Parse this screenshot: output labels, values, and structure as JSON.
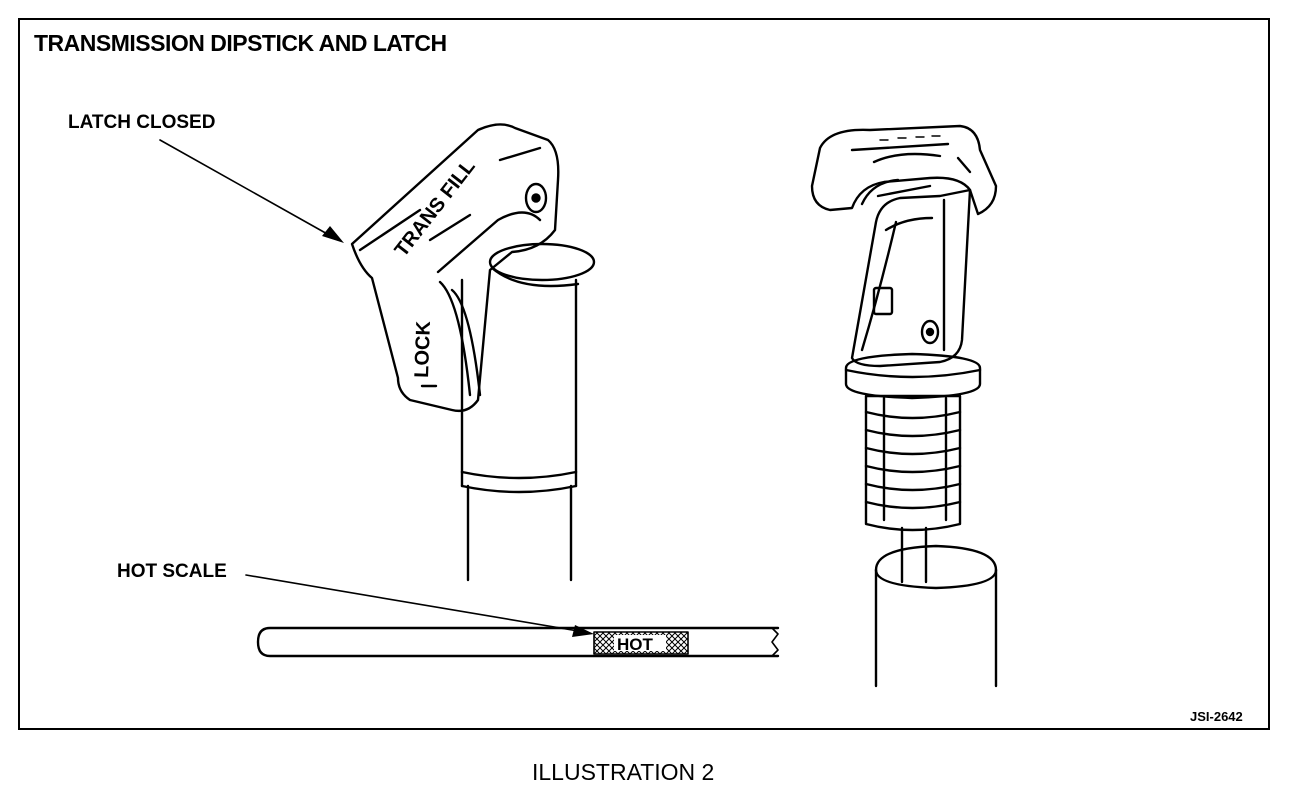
{
  "title": "TRANSMISSION DIPSTICK AND LATCH",
  "labels": {
    "latch_closed": "LATCH CLOSED",
    "hot_scale": "HOT SCALE"
  },
  "latch_text": {
    "trans_fill": "TRANS FILL",
    "lock": "LOCK"
  },
  "dipstick_text": "HOT",
  "figure_code": "JSI-2642",
  "caption": "ILLUSTRATION 2"
}
